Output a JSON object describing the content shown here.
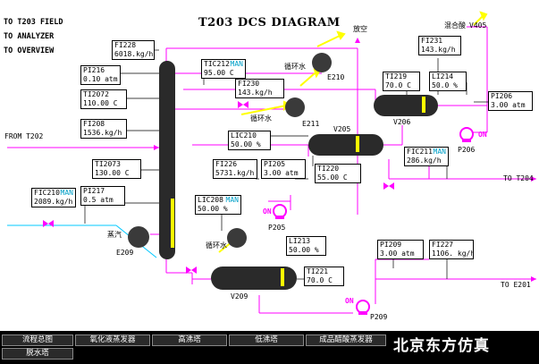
{
  "nav": {
    "field": "TO T203 FIELD",
    "analyzer": "TO ANALYZER",
    "overview": "TO OVERVIEW"
  },
  "title": "T203 DCS DIAGRAM",
  "instruments": {
    "FI228": {
      "tag": "FI228",
      "value": "6018.kg/h"
    },
    "PI216": {
      "tag": "PI216",
      "value": "0.10 atm"
    },
    "TI2072": {
      "tag": "TI2072",
      "value": "110.00  C"
    },
    "FI208": {
      "tag": "FI208",
      "value": "1536.kg/h"
    },
    "TI2073": {
      "tag": "TI2073",
      "value": "130.00  C"
    },
    "FIC210": {
      "tag": "FIC210",
      "mode": "MAN",
      "value": "2089.kg/h"
    },
    "PI217": {
      "tag": "PI217",
      "value": "0.5  atm"
    },
    "TIC212": {
      "tag": "TIC212",
      "mode": "MAN",
      "value": "95.00  C"
    },
    "FI230": {
      "tag": "FI230",
      "value": "143.kg/h"
    },
    "LIC210": {
      "tag": "LIC210",
      "value": "50.00 %"
    },
    "FI226": {
      "tag": "FI226",
      "value": "5731.kg/h"
    },
    "PI205": {
      "tag": "PI205",
      "value": "3.00 atm"
    },
    "LIC208": {
      "tag": "LIC208",
      "mode": "MAN",
      "value": "50.00  %"
    },
    "TI220": {
      "tag": "TI220",
      "value": "55.00  C"
    },
    "LI213": {
      "tag": "LI213",
      "value": "50.00  %"
    },
    "TI221": {
      "tag": "TI221",
      "value": "70.0  C"
    },
    "FI231": {
      "tag": "FI231",
      "value": "143.kg/h"
    },
    "TI219": {
      "tag": "TI219",
      "value": "70.0  C"
    },
    "LI214": {
      "tag": "LI214",
      "value": "50.0 %"
    },
    "PI206": {
      "tag": "PI206",
      "value": "3.00 atm"
    },
    "FIC211": {
      "tag": "FIC211",
      "mode": "MAN",
      "value": "286.kg/h"
    },
    "PI209": {
      "tag": "PI209",
      "value": "3.00  atm"
    },
    "FI227": {
      "tag": "FI227",
      "value": "1106. kg/h"
    }
  },
  "labels": {
    "vent": "放空",
    "mix_acid": "混合酸",
    "v405": "V405",
    "from_t202": "FROM T202",
    "to_t204": "TO T204",
    "to_e201": "TO E201",
    "steam": "蒸汽",
    "cooling_water_1": "循环水",
    "cooling_water_2": "循环水",
    "cooling_water_3": "循环水",
    "e210": "E210",
    "e211": "E211",
    "e209": "E209",
    "v205": "V205",
    "v206": "V206",
    "v209": "V209",
    "p205": "P205",
    "p206": "P206",
    "p209": "P209",
    "on_p205": "ON",
    "on_p206": "ON",
    "on_p209": "ON"
  },
  "tabs": {
    "row1": [
      "流程总图",
      "氧化液蒸发器",
      "高沸塔",
      "低沸塔",
      "成品醋酸蒸发器"
    ],
    "row2": [
      "脱水塔"
    ]
  },
  "brand": "北京东方仿真",
  "colors": {
    "process_line": "#ff00ff",
    "water_line": "#00c8ff",
    "cooling_water": "#ffff00",
    "vessel_dark": "#2a2a2a",
    "level_indicator": "#ffff00",
    "manual_mode": "#00a0c8"
  }
}
